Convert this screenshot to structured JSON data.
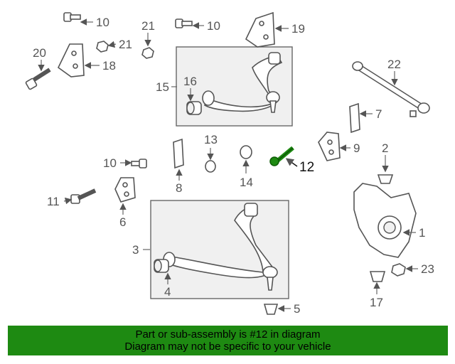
{
  "diagram": {
    "callouts": {
      "c1": "1",
      "c2": "2",
      "c3": "3",
      "c4": "4",
      "c5": "5",
      "c6": "6",
      "c7": "7",
      "c8": "8",
      "c9": "9",
      "c10a": "10",
      "c10b": "10",
      "c10c": "10",
      "c11": "11",
      "c12": "12",
      "c13": "13",
      "c14": "14",
      "c15": "15",
      "c16": "16",
      "c17": "17",
      "c18": "18",
      "c19": "19",
      "c20": "20",
      "c21a": "21",
      "c21b": "21",
      "c22": "22",
      "c23": "23"
    },
    "highlighted_part": "12",
    "highlight_color": "#1e8a12"
  },
  "banner": {
    "line1": "Part or sub-assembly is #12 in diagram",
    "line2": "Diagram may not be specific to your vehicle",
    "background": "#1e8a12"
  }
}
